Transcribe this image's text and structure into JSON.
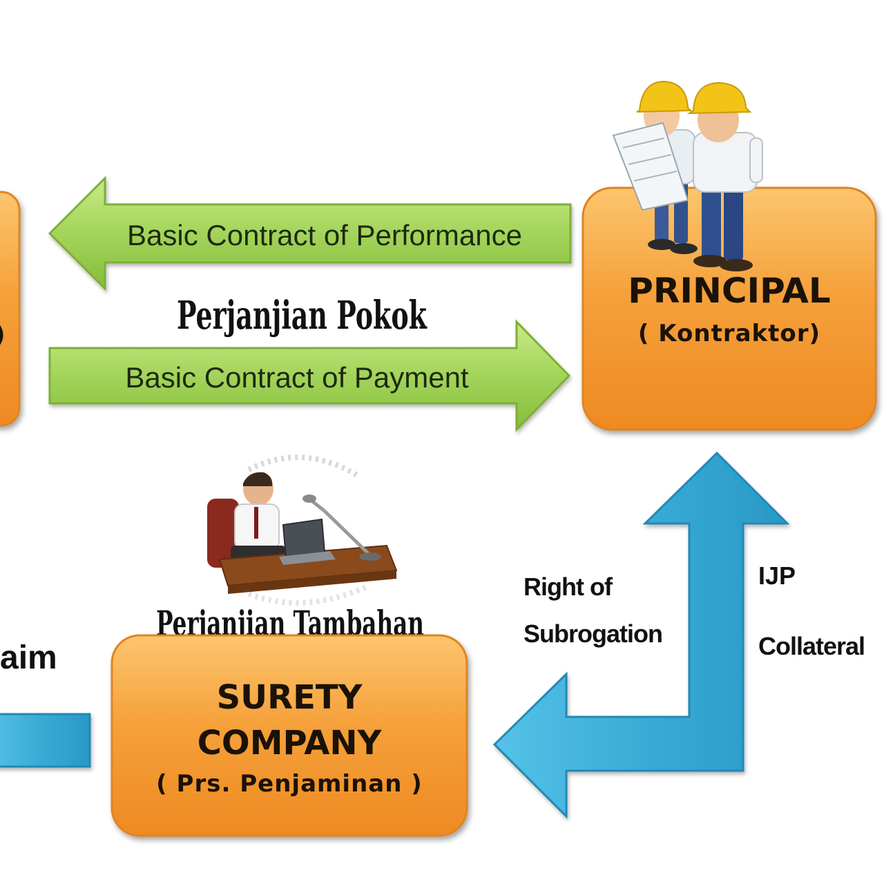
{
  "colors": {
    "box_orange": "#f39a2e",
    "box_orange_light": "#fbc36a",
    "box_orange_dark": "#d9731a",
    "arrow_green": "#9fd054",
    "arrow_green_dark": "#6ea62f",
    "arrow_blue": "#3aaed8",
    "arrow_blue_dark": "#1f86b3"
  },
  "top_arrows": {
    "performance_label": "Basic Contract of Performance",
    "payment_label": "Basic Contract of Payment",
    "heading": "Perjanjian Pokok"
  },
  "left_box": {
    "partial_text": ")"
  },
  "principal_box": {
    "title": "PRINCIPAL",
    "subtitle": "( Kontraktor)"
  },
  "surety_box": {
    "title_line1": "SURETY",
    "title_line2": "COMPANY",
    "subtitle": "( Prs. Penjaminan )"
  },
  "secondary_heading": "Perjanjian Tambahan",
  "left_partial_label": "aim",
  "subrogation_label": {
    "line1": "Right of",
    "line2": "Subrogation"
  },
  "collateral_label": {
    "line1": "IJP",
    "line2": "Collateral"
  },
  "icons": {
    "workers": "construction-workers-icon",
    "office": "office-worker-icon"
  }
}
